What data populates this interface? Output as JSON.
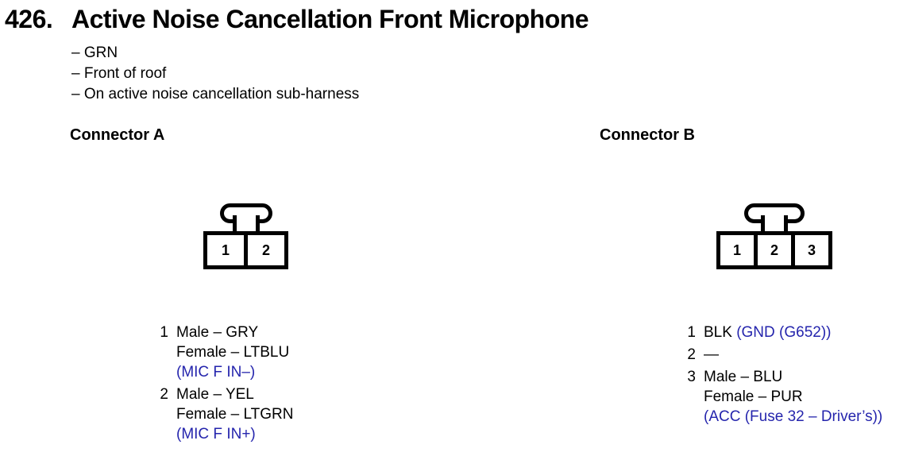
{
  "colors": {
    "ink": "#000000",
    "accent_blue": "#2525ad",
    "paper": "#ffffff"
  },
  "header": {
    "number": "426.",
    "title": "Active Noise Cancellation Front Microphone"
  },
  "notes": [
    "– GRN",
    "– Front of roof",
    "– On active noise cancellation sub-harness"
  ],
  "connectors": [
    {
      "id": "a",
      "label": "Connector A",
      "cavities": [
        "1",
        "2"
      ],
      "pins": [
        {
          "num": "1",
          "lines": [
            [
              {
                "text": "Male – GRY",
                "blue": false
              }
            ],
            [
              {
                "text": "Female – LTBLU",
                "blue": false
              }
            ],
            [
              {
                "text": "(MIC F IN–)",
                "blue": true
              }
            ]
          ]
        },
        {
          "num": "2",
          "lines": [
            [
              {
                "text": "Male – YEL",
                "blue": false
              }
            ],
            [
              {
                "text": "Female – LTGRN",
                "blue": false
              }
            ],
            [
              {
                "text": "(MIC F IN+)",
                "blue": true
              }
            ]
          ]
        }
      ]
    },
    {
      "id": "b",
      "label": "Connector B",
      "cavities": [
        "1",
        "2",
        "3"
      ],
      "pins": [
        {
          "num": "1",
          "lines": [
            [
              {
                "text": "BLK ",
                "blue": false
              },
              {
                "text": "(GND (G652))",
                "blue": true
              }
            ]
          ]
        },
        {
          "num": "2",
          "lines": [
            [
              {
                "text": "—",
                "blue": false
              }
            ]
          ]
        },
        {
          "num": "3",
          "lines": [
            [
              {
                "text": "Male – BLU",
                "blue": false
              }
            ],
            [
              {
                "text": "Female – PUR",
                "blue": false
              }
            ],
            [
              {
                "text": "(ACC (Fuse 32 – Driver’s))",
                "blue": true
              }
            ]
          ]
        }
      ]
    }
  ]
}
